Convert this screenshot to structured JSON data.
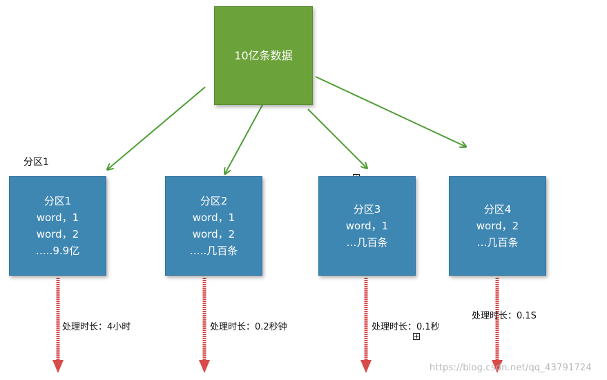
{
  "diagram": {
    "root": {
      "label": "10亿条数据"
    },
    "outside_label": "分区1",
    "partitions": [
      {
        "lines": [
          "分区1",
          "word，1",
          "word，2",
          "…..9.9亿"
        ],
        "time_label": "处理时长：4小时"
      },
      {
        "lines": [
          "分区2",
          "word，1",
          "word，2",
          "…..几百条"
        ],
        "time_label": "处理时长：0.2秒钟"
      },
      {
        "lines": [
          "分区3",
          "word，1",
          "…几百条"
        ],
        "time_label": "处理时长：0.1秒"
      },
      {
        "lines": [
          "分区4",
          "word，2",
          "…几百条"
        ],
        "time_label": "处理时长：0.1S"
      }
    ],
    "watermark": "https://blog.csdn.net/qq_43791724",
    "colors": {
      "root_fill": "#6ca23a",
      "partition_fill": "#3f87b3",
      "connector": "#4f9d35",
      "process_arrow": "#d84b4b"
    }
  }
}
